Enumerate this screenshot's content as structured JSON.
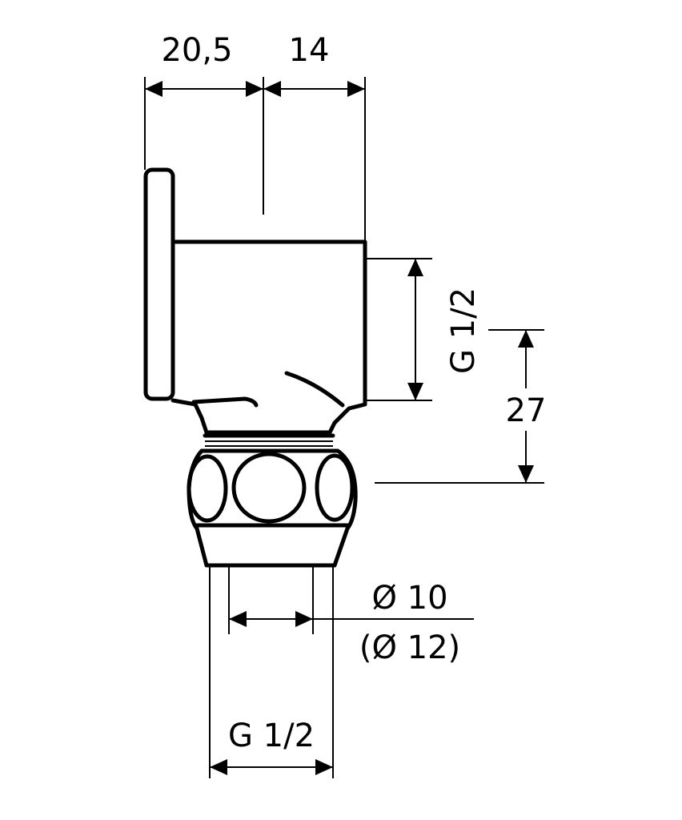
{
  "drawing": {
    "labels": {
      "width_back": "20,5",
      "width_front": "14",
      "thread_outlet": "G 1/2",
      "height_offset": "27",
      "bore": "Ø 10",
      "bore_alt": "(Ø 12)",
      "thread_connection": "G 1/2"
    },
    "line_color": "#000000",
    "background_color": "#ffffff"
  }
}
